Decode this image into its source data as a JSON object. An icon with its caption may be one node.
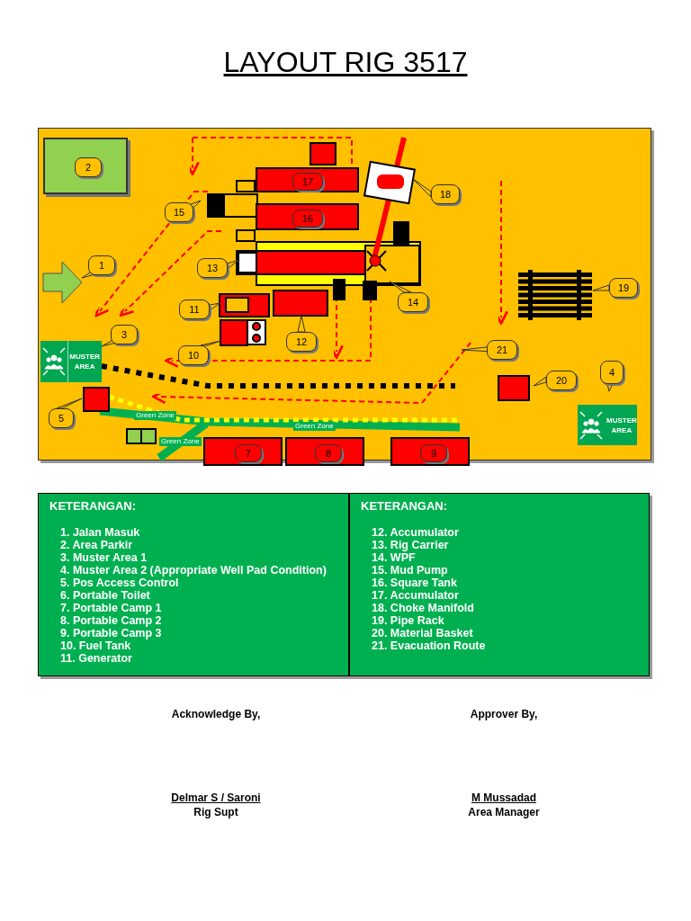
{
  "diagram": {
    "title": "LAYOUT RIG 3517",
    "nodes": [
      {
        "text": [],
        "shape": "box"
      },
      {
        "text": [
          "2"
        ],
        "in": 0
      },
      {
        "text": [],
        "shape": "box"
      },
      {
        "text": [
          "17"
        ],
        "in": 2
      },
      {
        "text": [],
        "shape": "box"
      },
      {
        "text": [
          "16"
        ],
        "in": 4
      },
      {
        "text": [
          "15"
        ]
      },
      {
        "text": [
          "18"
        ]
      },
      {
        "text": [
          "1"
        ]
      },
      {
        "text": [
          "13"
        ]
      },
      {
        "text": [
          "19"
        ]
      },
      {
        "text": [
          "11"
        ]
      },
      {
        "text": [
          "14"
        ]
      },
      {
        "text": [
          "12"
        ]
      },
      {
        "text": [
          "3"
        ]
      },
      {
        "text": [
          "MUSTER AREA"
        ]
      },
      {
        "text": [
          "10"
        ]
      },
      {
        "text": [
          "21"
        ]
      },
      {
        "text": [
          "4"
        ]
      },
      {
        "text": [
          "20"
        ]
      },
      {
        "text": [
          "5"
        ]
      },
      {
        "text": [
          "MUSTER AREA"
        ]
      },
      {
        "text": [],
        "shape": "box"
      },
      {
        "text": [
          "7"
        ],
        "in": 22
      },
      {
        "text": [],
        "shape": "box"
      },
      {
        "text": [
          "8"
        ],
        "in": 24
      },
      {
        "text": [],
        "shape": "box"
      },
      {
        "text": [
          "9"
        ],
        "in": 26
      },
      {
        "text": [
          "KETERANGAN:",
          "1. Jalan Masuk",
          "2. Area Parkir",
          "3. Muster Area 1",
          "4. Muster Area 2 (Appropriate Well Pad Condition)",
          "5. Pos Access Control",
          "6. Portable Toilet",
          "7. Portable Camp 1",
          "8. Portable Camp 2",
          "9. Portable Camp 3",
          "10. Fuel Tank",
          "11. Generator"
        ]
      },
      {
        "text": [
          "KETERANGAN:",
          "12. Accumulator",
          "13. Rig Carrier",
          "14. WPF",
          "15. Mud Pump",
          "16. Square Tank",
          "17. Accumulator",
          "18. Choke Manifold",
          "19. Pipe Rack",
          "20. Material Basket",
          "21. Evacuation Route"
        ]
      }
    ],
    "labels": [
      "Green Zone",
      "Green Zone",
      "Green Zone",
      "Acknowledge By,",
      "Approver By,",
      "Delmar S / Saroni",
      "M Mussadad",
      "Rig Supt",
      "Area Manager"
    ]
  }
}
